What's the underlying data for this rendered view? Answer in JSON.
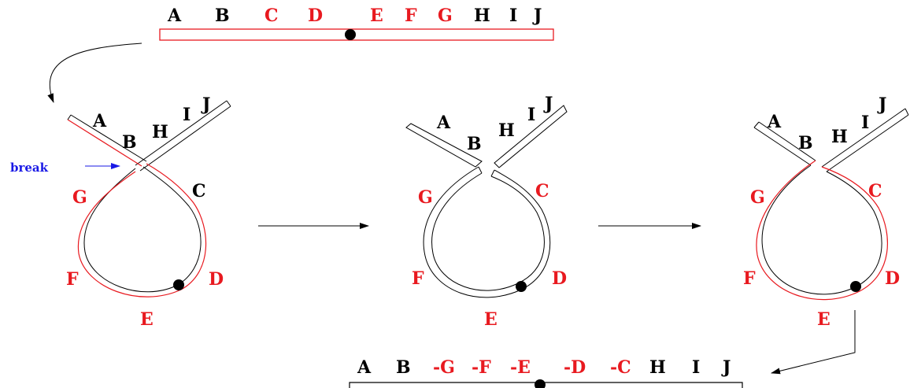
{
  "colors": {
    "black": "#000000",
    "red": "#e8191f",
    "blue": "#1a1ae6"
  },
  "chromosome_top": {
    "labels": [
      {
        "text": "A",
        "color": "black"
      },
      {
        "text": "B",
        "color": "black"
      },
      {
        "text": "C",
        "color": "red"
      },
      {
        "text": "D",
        "color": "red"
      },
      {
        "text": "E",
        "color": "red"
      },
      {
        "text": "F",
        "color": "red"
      },
      {
        "text": "G",
        "color": "red"
      },
      {
        "text": "H",
        "color": "black"
      },
      {
        "text": "I",
        "color": "black"
      },
      {
        "text": "J",
        "color": "black"
      }
    ]
  },
  "loop1": {
    "labels": [
      {
        "text": "A",
        "color": "black"
      },
      {
        "text": "B",
        "color": "black"
      },
      {
        "text": "H",
        "color": "black"
      },
      {
        "text": "I",
        "color": "black"
      },
      {
        "text": "J",
        "color": "black"
      },
      {
        "text": "C",
        "color": "black"
      },
      {
        "text": "G",
        "color": "red"
      },
      {
        "text": "F",
        "color": "red"
      },
      {
        "text": "E",
        "color": "red"
      },
      {
        "text": "D",
        "color": "red"
      }
    ],
    "break_label": "break"
  },
  "loop2": {
    "labels": [
      {
        "text": "A",
        "color": "black"
      },
      {
        "text": "B",
        "color": "black"
      },
      {
        "text": "H",
        "color": "black"
      },
      {
        "text": "I",
        "color": "black"
      },
      {
        "text": "J",
        "color": "black"
      },
      {
        "text": "G",
        "color": "red"
      },
      {
        "text": "C",
        "color": "red"
      },
      {
        "text": "F",
        "color": "red"
      },
      {
        "text": "D",
        "color": "red"
      },
      {
        "text": "E",
        "color": "red"
      }
    ]
  },
  "loop3": {
    "labels": [
      {
        "text": "A",
        "color": "black"
      },
      {
        "text": "B",
        "color": "black"
      },
      {
        "text": "H",
        "color": "black"
      },
      {
        "text": "I",
        "color": "black"
      },
      {
        "text": "J",
        "color": "black"
      },
      {
        "text": "G",
        "color": "red"
      },
      {
        "text": "C",
        "color": "red"
      },
      {
        "text": "F",
        "color": "red"
      },
      {
        "text": "D",
        "color": "red"
      },
      {
        "text": "E",
        "color": "red"
      }
    ]
  },
  "chromosome_bottom": {
    "labels": [
      {
        "text": "A",
        "color": "black"
      },
      {
        "text": "B",
        "color": "black"
      },
      {
        "text": "-G",
        "color": "red"
      },
      {
        "text": "-F",
        "color": "red"
      },
      {
        "text": "-E",
        "color": "red"
      },
      {
        "text": "-D",
        "color": "red"
      },
      {
        "text": "-C",
        "color": "red"
      },
      {
        "text": "H",
        "color": "black"
      },
      {
        "text": "I",
        "color": "black"
      },
      {
        "text": "J",
        "color": "black"
      }
    ]
  }
}
